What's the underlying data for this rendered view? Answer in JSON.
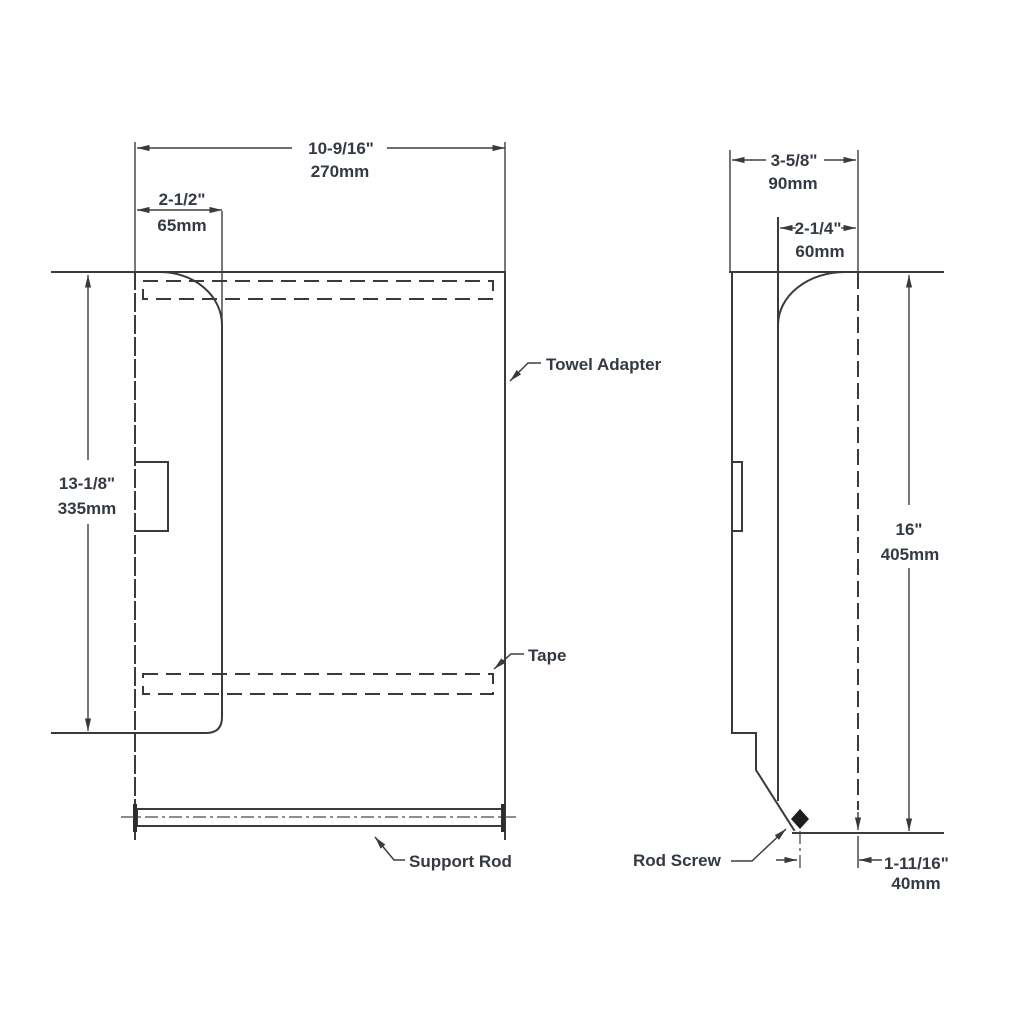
{
  "meta": {
    "drawing_type": "technical elevation and side-profile drawing of a towel adapter",
    "views": [
      "front-elevation",
      "side-profile"
    ]
  },
  "colors": {
    "background": "#ffffff",
    "line": "#3a3a3a",
    "text": "#343a42",
    "screw_fill": "#1d1d1d"
  },
  "front": {
    "width_in": "10-9/16\"",
    "width_mm": "270mm",
    "inset_in": "2-1/2\"",
    "inset_mm": "65mm",
    "height_in": "13-1/8\"",
    "height_mm": "335mm",
    "label_towel_adapter": "Towel Adapter",
    "label_tape": "Tape",
    "label_support_rod": "Support Rod"
  },
  "side": {
    "depth_in": "3-5/8\"",
    "depth_mm": "90mm",
    "front_inset_in": "2-1/4\"",
    "front_inset_mm": "60mm",
    "height_in": "16\"",
    "height_mm": "405mm",
    "screw_offset_in": "1-11/16\"",
    "screw_offset_mm": "40mm",
    "label_rod_screw": "Rod Screw"
  }
}
